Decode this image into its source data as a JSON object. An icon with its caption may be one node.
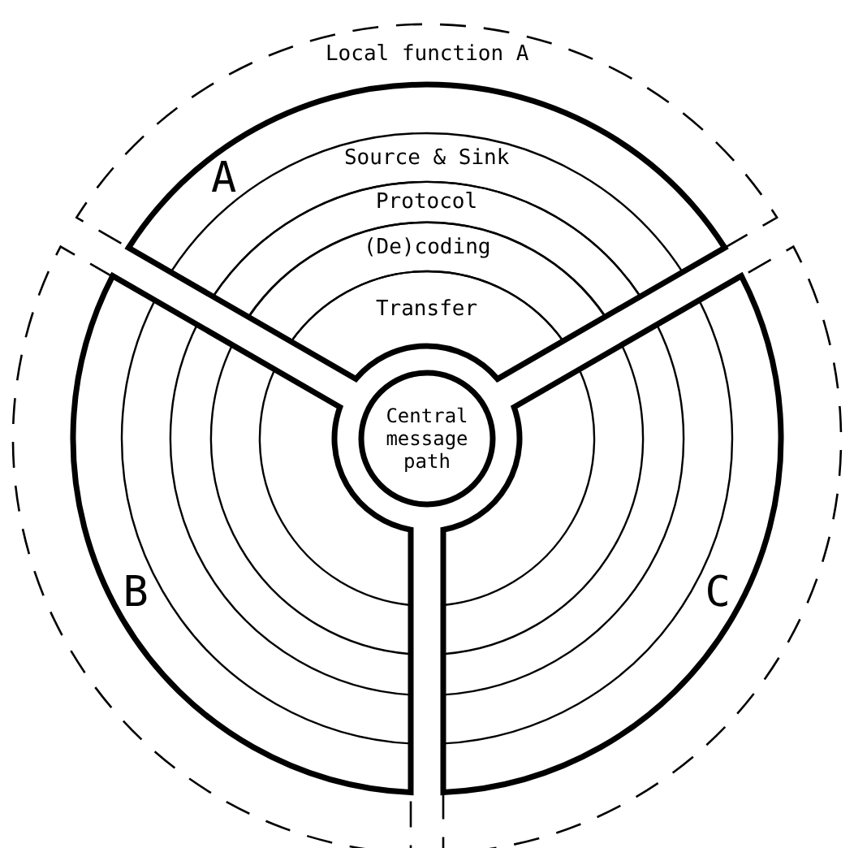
{
  "diagram": {
    "nodes": [
      {
        "text": [
          "Local function A"
        ]
      },
      {
        "text": [
          "A"
        ],
        "in": 0
      },
      {
        "text": [
          "Source & Sink"
        ],
        "in": 1
      },
      {
        "text": [
          "Protocol"
        ],
        "in": 1
      },
      {
        "text": [
          "(De)coding"
        ],
        "in": 1
      },
      {
        "text": [
          "Transfer"
        ],
        "in": 1
      },
      {
        "text": [],
        "shape": "band"
      },
      {
        "text": [
          "B"
        ],
        "in": 6
      },
      {
        "text": [],
        "shape": "band"
      },
      {
        "text": [
          "C"
        ],
        "in": 8
      },
      {
        "text": [
          "Central message path"
        ]
      }
    ]
  }
}
